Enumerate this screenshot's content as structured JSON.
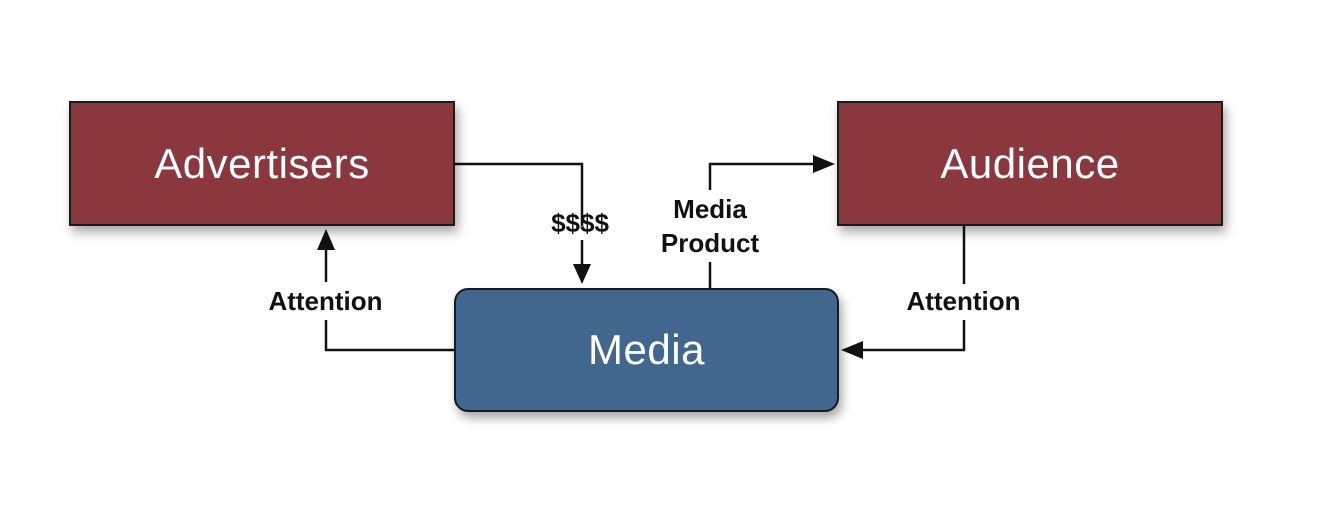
{
  "nodes": {
    "advertisers": {
      "label": "Advertisers"
    },
    "audience": {
      "label": "Audience"
    },
    "media": {
      "label": "Media"
    }
  },
  "edges": {
    "advertisers_to_media": {
      "label": "$$$$"
    },
    "media_to_audience": {
      "label_line1": "Media",
      "label_line2": "Product"
    },
    "media_to_advertisers": {
      "label": "Attention"
    },
    "audience_to_media": {
      "label": "Attention"
    }
  },
  "colors": {
    "advertiser_audience_fill": "#8a383d",
    "media_fill": "#42678f",
    "connector": "#111111"
  }
}
